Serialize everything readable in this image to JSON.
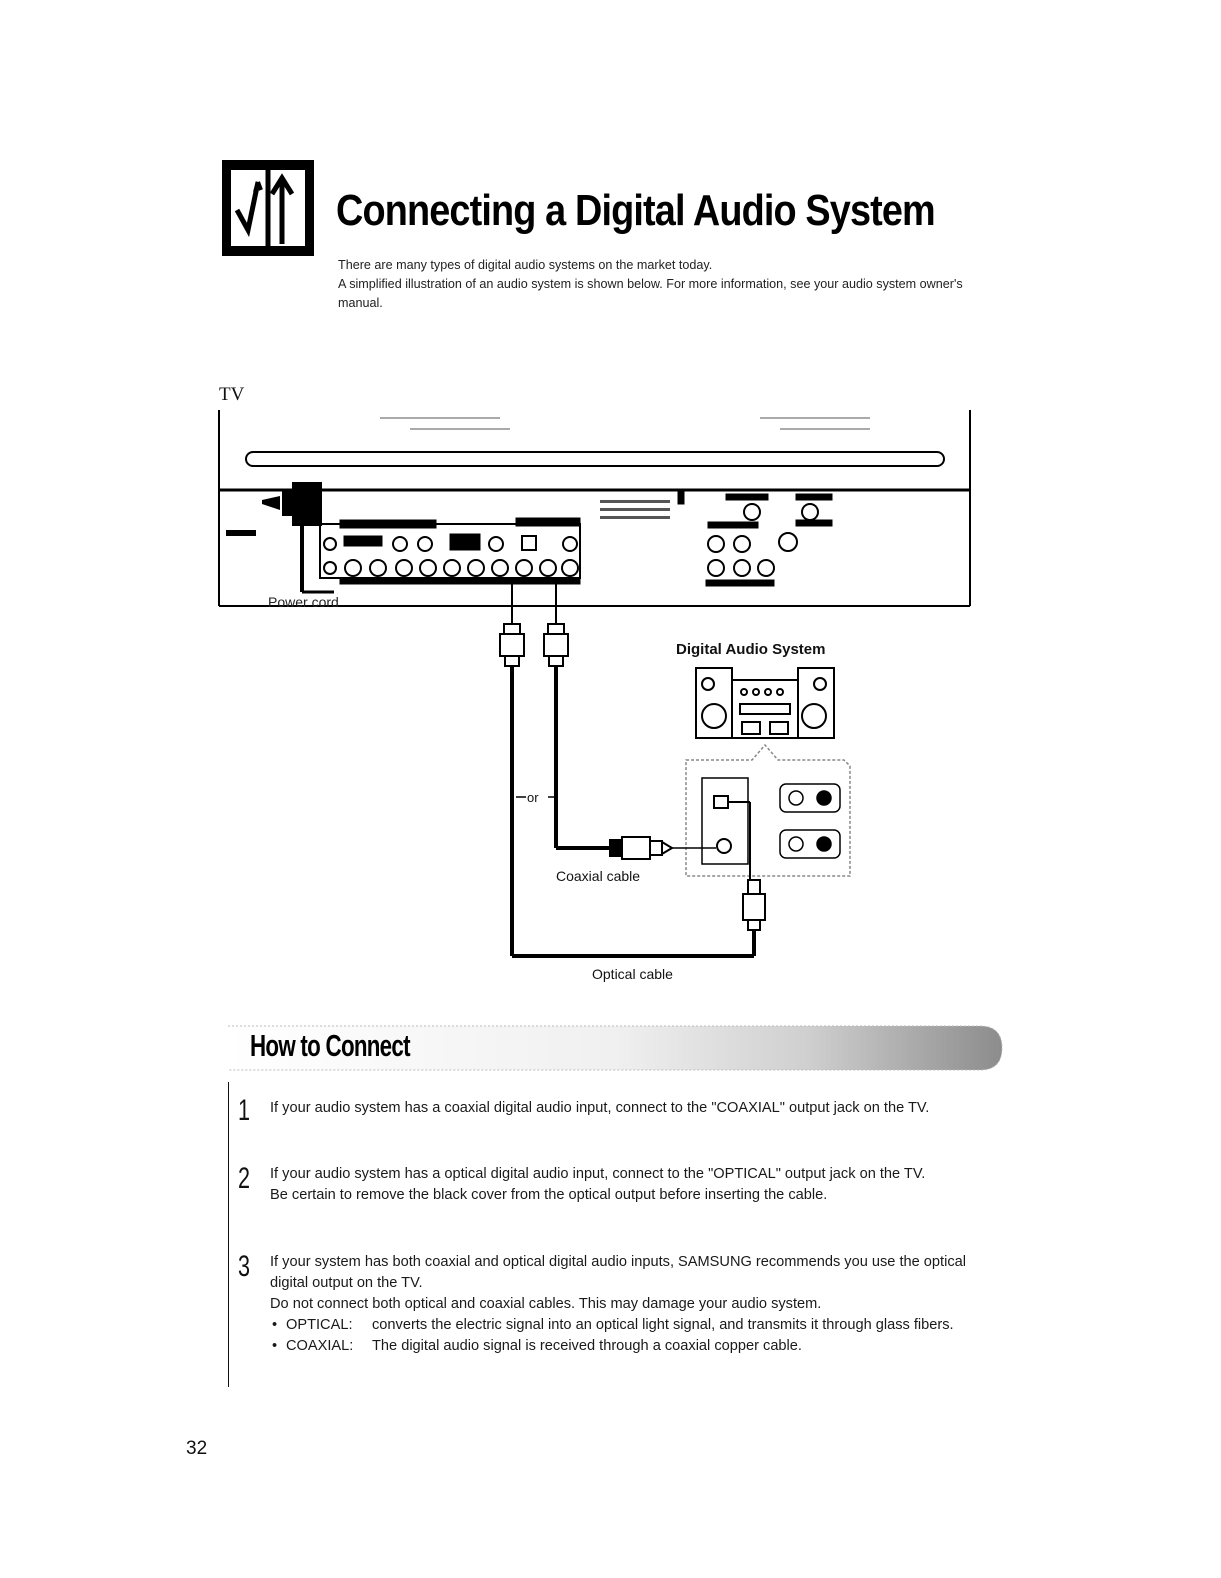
{
  "header": {
    "title": "Connecting a Digital Audio System",
    "intro_line1": "There are many types of digital audio systems on the market today.",
    "intro_line2": "A simplified illustration of an audio system is shown below. For more information, see your audio system owner's manual."
  },
  "diagram": {
    "tv_label": "TV",
    "power_cord": "Power cord",
    "digital_audio_system": "Digital Audio System",
    "or_label": "or",
    "coaxial_cable": "Coaxial cable",
    "optical_cable": "Optical cable"
  },
  "how_to": {
    "title": "How to Connect",
    "steps": [
      {
        "number": "1",
        "lines": [
          "If your audio system has a coaxial digital audio input, connect to the \"COAXIAL\" output jack on the TV."
        ]
      },
      {
        "number": "2",
        "lines": [
          "If your audio system has a optical digital audio input, connect to the \"OPTICAL\" output jack on the TV.",
          "Be certain to remove the black cover from the optical output before inserting the cable."
        ]
      },
      {
        "number": "3",
        "lines": [
          "If your system has both coaxial and optical digital audio inputs, SAMSUNG recommends you use the optical digital output on the TV.",
          "Do not connect both optical and coaxial cables. This may damage your audio system."
        ],
        "bullets": [
          {
            "term": "OPTICAL:",
            "text": "converts the electric signal into an optical light signal, and transmits it through glass fibers."
          },
          {
            "term": "COAXIAL:",
            "text": "The digital audio signal is received through a coaxial copper cable."
          }
        ]
      }
    ]
  },
  "page_number": "32"
}
